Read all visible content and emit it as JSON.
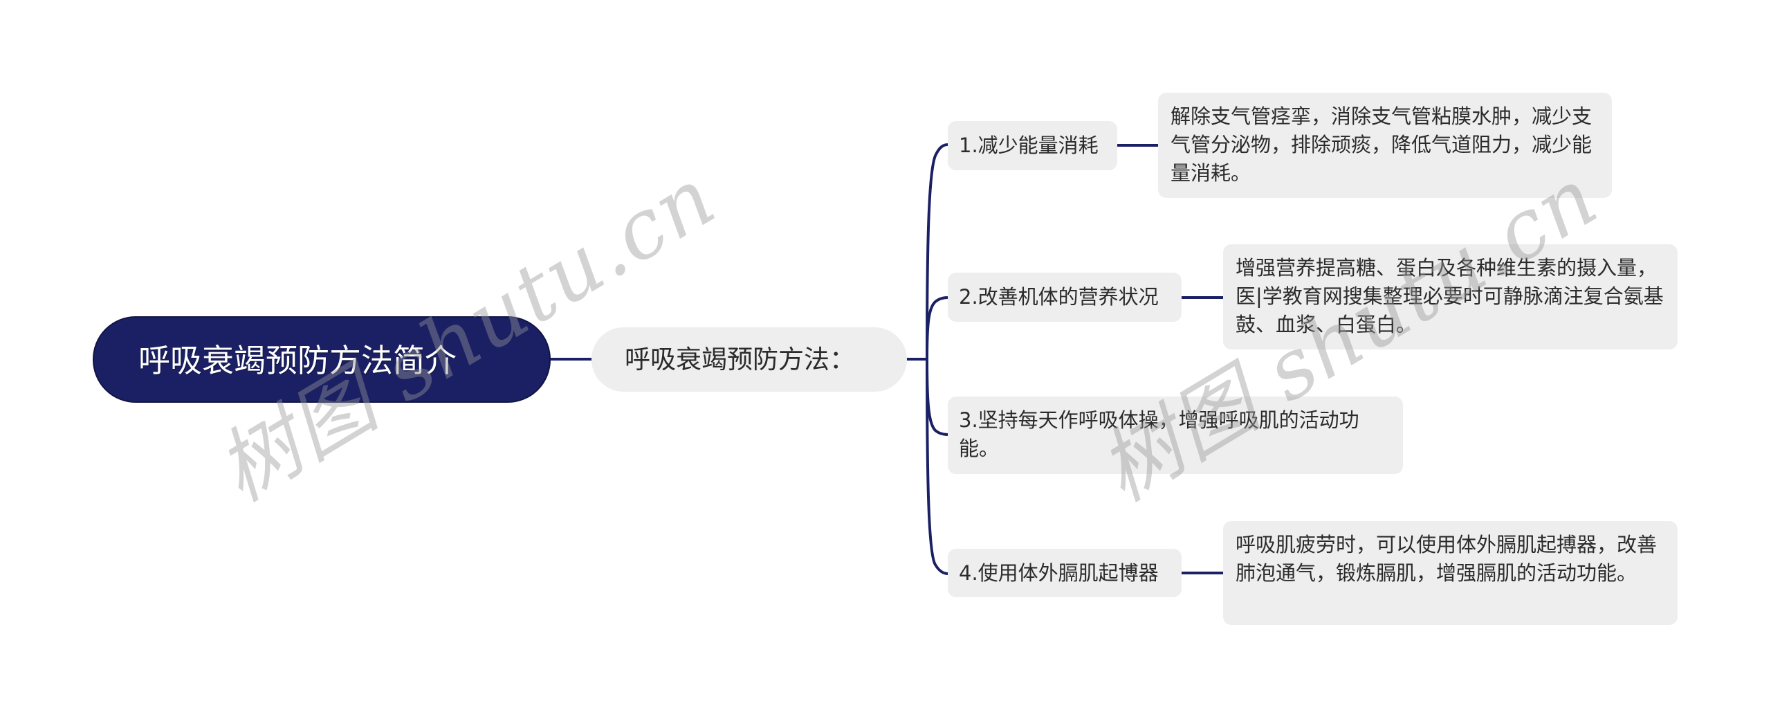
{
  "mindmap": {
    "root": {
      "label": "呼吸衰竭预防方法简介"
    },
    "center": {
      "label": "呼吸衰竭预防方法："
    },
    "branches": [
      {
        "label": "1.减少能量消耗",
        "detail": "解除支气管痉挛，消除支气管粘膜水肿，减少支气管分泌物，排除顽痰，降低气道阻力，减少能量消耗。"
      },
      {
        "label": "2.改善机体的营养状况",
        "detail": "增强营养提高糖、蛋白及各种维生素的摄入量，医|学教育网搜集整理必要时可静脉滴注复合氨基鼓、血浆、白蛋白。"
      },
      {
        "label": "3.坚持每天作呼吸体操，增强呼吸肌的活动功能。"
      },
      {
        "label": "4.使用体外膈肌起博器",
        "detail": "呼吸肌疲劳时，可以使用体外膈肌起搏器，改善肺泡通气，锻炼膈肌，增强膈肌的活动功能。"
      }
    ]
  },
  "watermarks": [
    {
      "text": "树图 shutu.cn"
    },
    {
      "text": "树图 shutu.cn"
    }
  ],
  "colors": {
    "root_fill": "#1b2064",
    "link": "#1b2064",
    "node_fill": "#eeeeee",
    "text": "#2b2b2b"
  }
}
